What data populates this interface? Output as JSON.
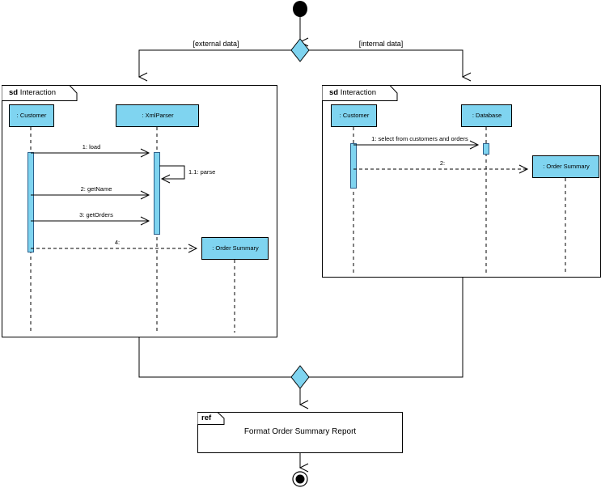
{
  "diagram": {
    "type": "uml-activity-with-sequence-fragments",
    "title": "",
    "colors": {
      "fill": "#7fd4f0",
      "stroke": "#000000",
      "text": "#000000",
      "background": "#ffffff"
    }
  },
  "flow": {
    "initial_node": "initial-node",
    "decision": {
      "name": "decision-diamond",
      "guards": [
        {
          "label": "[external data]"
        },
        {
          "label": "[internal data]"
        }
      ]
    },
    "merge": {
      "name": "merge-diamond"
    },
    "final_node": "final-node"
  },
  "fragments": [
    {
      "keyword": "sd",
      "name": "Interaction",
      "lifelines": [
        {
          "label": ": Customer"
        },
        {
          "label": ": XmlParser"
        },
        {
          "label": ": Order Summary"
        }
      ],
      "messages": [
        {
          "label": "1: load",
          "kind": "call"
        },
        {
          "label": "1.1: parse",
          "kind": "self-call"
        },
        {
          "label": "2: getName",
          "kind": "call"
        },
        {
          "label": "3: getOrders",
          "kind": "call"
        },
        {
          "label": "4:",
          "kind": "return"
        }
      ]
    },
    {
      "keyword": "sd",
      "name": "Interaction",
      "lifelines": [
        {
          "label": ": Customer"
        },
        {
          "label": ": Database"
        },
        {
          "label": ": Order Summary"
        }
      ],
      "messages": [
        {
          "label": "1: select from customers and orders",
          "kind": "call"
        },
        {
          "label": "2:",
          "kind": "return"
        }
      ]
    }
  ],
  "ref_frame": {
    "keyword": "ref",
    "title": "Format Order Summary Report"
  }
}
